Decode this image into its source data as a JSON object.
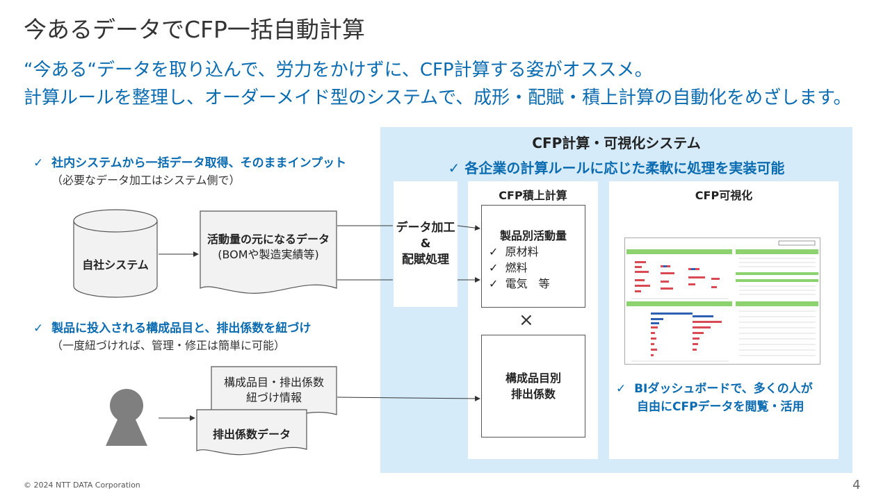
{
  "header": {
    "title": "今あるデータでCFP一括自動計算",
    "subtitle_line1": "“今ある“データを取り込んで、労力をかけずに、CFP計算する姿がオススメ。",
    "subtitle_line2": "計算ルールを整理し、オーダーメイド型のシステムで、成形・配賦・積上計算の自動化をめざします。"
  },
  "left": {
    "point1": {
      "check": "✓",
      "title": "社内システムから一括データ取得、そのままインプット",
      "note": "（必要なデータ加工はシステム側で）"
    },
    "own_system": "自社システム",
    "activity_doc": {
      "line1": "活動量の元になるデータ",
      "line2": "(BOMや製造実績等)"
    },
    "point2": {
      "check": "✓",
      "title": "製品に投入される構成品目と、排出係数を紐づけ",
      "note": "（一度紐づければ、管理・修正は簡単に可能）"
    },
    "component_doc": {
      "line1": "構成品目・排出係数",
      "line2": "紐づけ情報"
    },
    "emission_doc": "排出係数データ"
  },
  "system": {
    "title": "CFP計算・可視化システム",
    "headline": "各企業の計算ルールに応じた柔軟に処理を実装可能",
    "headline_check": "✓",
    "processing": {
      "line1": "データ加工",
      "line2": "&",
      "line3": "配賦処理"
    },
    "calc_column": {
      "title": "CFP積上計算"
    },
    "activity_box": {
      "title": "製品別活動量",
      "items": [
        {
          "check": "✓",
          "label": "原材料"
        },
        {
          "check": "✓",
          "label": "燃料"
        },
        {
          "check": "✓",
          "label": "電気　等"
        }
      ]
    },
    "times": "×",
    "factor_box": {
      "line1": "構成品目別",
      "line2": "排出係数"
    },
    "viz_column": {
      "title": "CFP可視化"
    },
    "bi_point": {
      "check": "✓",
      "line1": "BIダッシュボードで、多くの人が",
      "line2": "自由にCFPデータを閲覧・活用"
    }
  },
  "footer": {
    "copyright": "© 2024 NTT DATA Corporation",
    "page": "4"
  },
  "colors": {
    "accent_blue": "#0a6bb0",
    "panel_bg": "#d5ebfa",
    "dash_green": "#8cd26e",
    "dash_red": "#d94a55",
    "dash_blue": "#2e5fb0"
  }
}
